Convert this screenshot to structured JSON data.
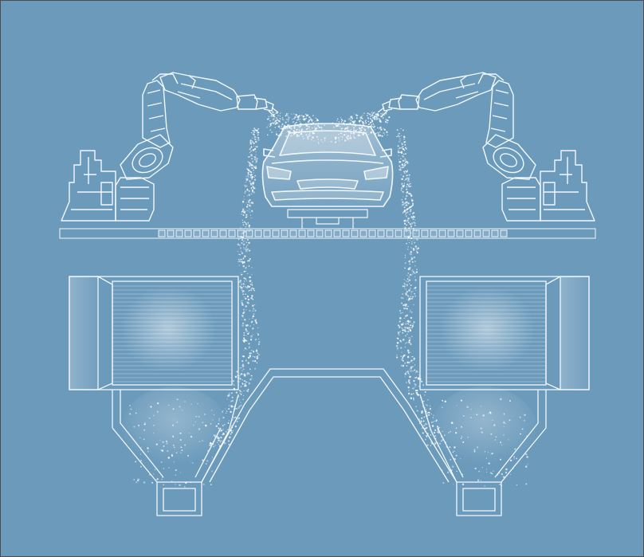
{
  "diagram": {
    "background_color": "#6b9abb",
    "line_color": "#f2f8fc",
    "frame_color": "#4d4d4d",
    "components": [
      {
        "name": "robot-arm-left",
        "icon": "industrial-robot-arm-icon"
      },
      {
        "name": "robot-arm-right",
        "icon": "industrial-robot-arm-icon"
      },
      {
        "name": "car-body",
        "icon": "car-front-icon"
      },
      {
        "name": "conveyor-rail",
        "icon": "conveyor-icon"
      },
      {
        "name": "spray-mist-left",
        "icon": "spray-particles-icon"
      },
      {
        "name": "spray-mist-right",
        "icon": "spray-particles-icon"
      },
      {
        "name": "filter-unit-left",
        "icon": "filter-grille-icon"
      },
      {
        "name": "filter-unit-right",
        "icon": "filter-grille-icon"
      },
      {
        "name": "hopper-left",
        "icon": "hopper-icon"
      },
      {
        "name": "hopper-right",
        "icon": "hopper-icon"
      },
      {
        "name": "center-floor-duct",
        "icon": "duct-icon"
      }
    ]
  }
}
